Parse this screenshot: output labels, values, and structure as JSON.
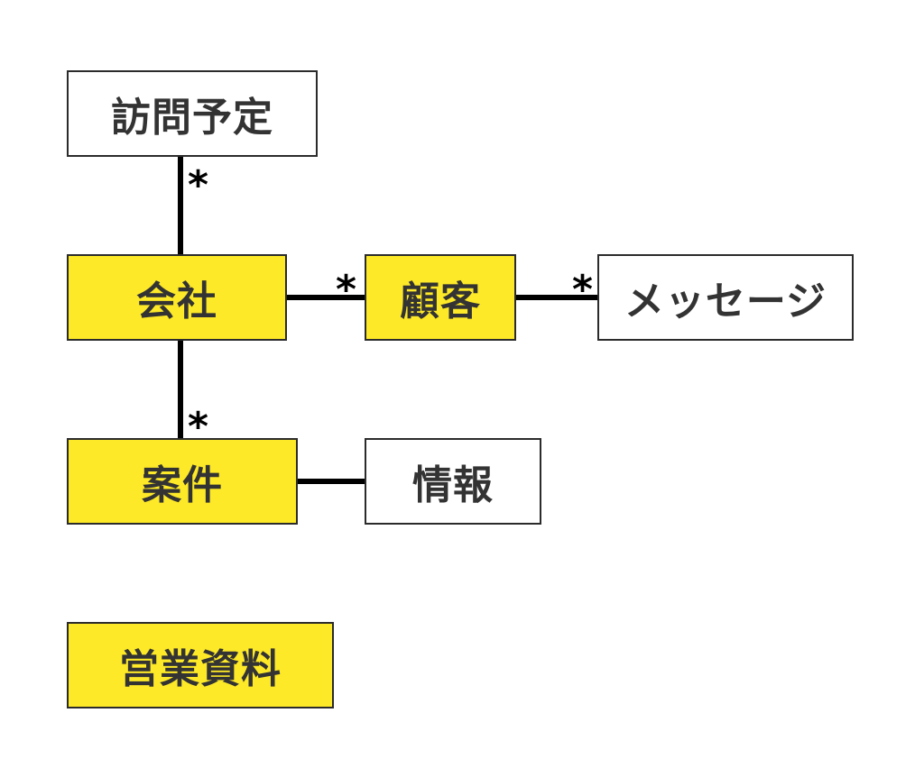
{
  "colors": {
    "highlight": "#fde927",
    "plain": "#ffffff",
    "border": "#2b2b2b",
    "line": "#000000"
  },
  "nodes": {
    "visit_schedule": "訪問予定",
    "company": "会社",
    "customer": "顧客",
    "message": "メッセージ",
    "deal": "案件",
    "info": "情報",
    "sales_material": "営業資料"
  },
  "multiplicities": {
    "visit_schedule_company": "*",
    "company_customer": "*",
    "customer_message": "*",
    "company_deal": "*"
  }
}
